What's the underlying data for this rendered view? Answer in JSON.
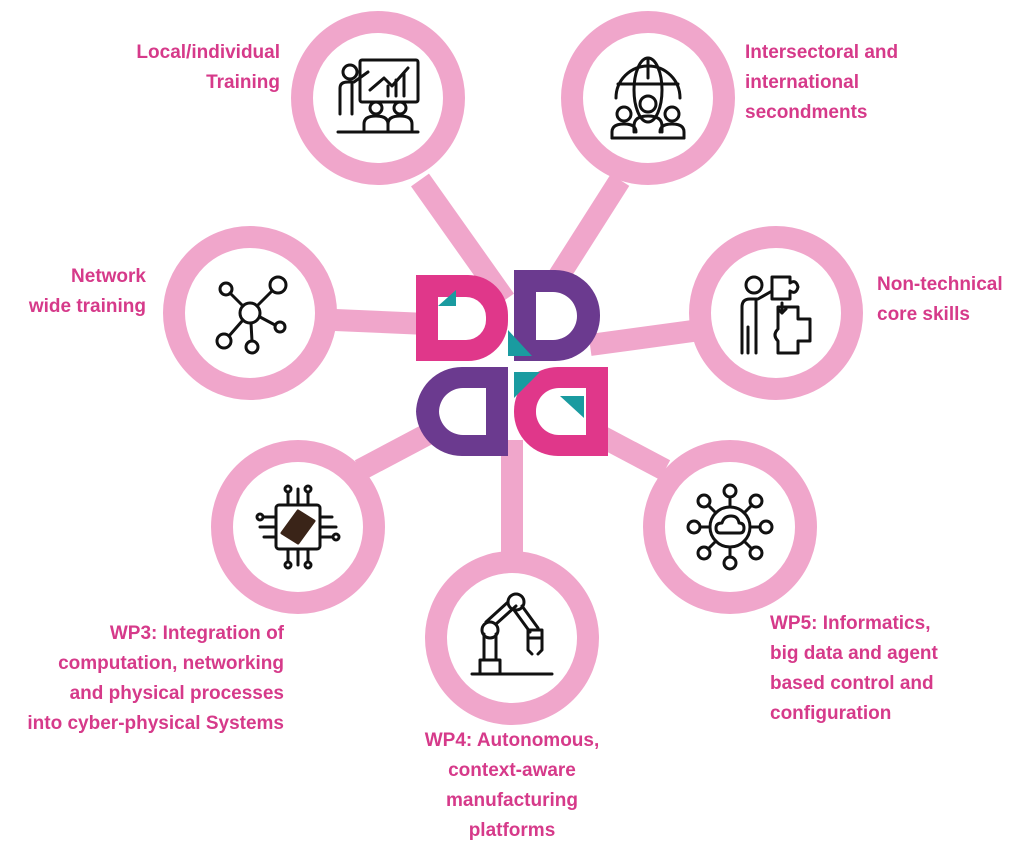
{
  "colors": {
    "ring": "#F0A6CB",
    "spoke": "#F0A6CB",
    "label": "#D63A8A",
    "logo_pink": "#E0378A",
    "logo_purple": "#6B3A8F",
    "logo_teal": "#1A9BA0",
    "icon": "#111111"
  },
  "center": {
    "logo_name": "network-logo"
  },
  "nodes": [
    {
      "id": "local-training",
      "icon": "presentation-icon",
      "label": "Local/individual\nTraining"
    },
    {
      "id": "secondments",
      "icon": "global-team-icon",
      "label": "Intersectoral and\ninternational\nsecondments"
    },
    {
      "id": "network-training",
      "icon": "network-nodes-icon",
      "label": "Network\nwide training"
    },
    {
      "id": "core-skills",
      "icon": "puzzle-person-icon",
      "label": "Non-technical\ncore skills"
    },
    {
      "id": "wp3",
      "icon": "microchip-icon",
      "label": "WP3: Integration of\ncomputation, networking\nand physical processes\ninto cyber-physical Systems"
    },
    {
      "id": "wp4",
      "icon": "robot-arm-icon",
      "label": "WP4: Autonomous,\ncontext-aware\nmanufacturing\nplatforms"
    },
    {
      "id": "wp5",
      "icon": "cloud-network-icon",
      "label": "WP5: Informatics,\nbig data and agent\nbased control and\nconfiguration"
    }
  ]
}
